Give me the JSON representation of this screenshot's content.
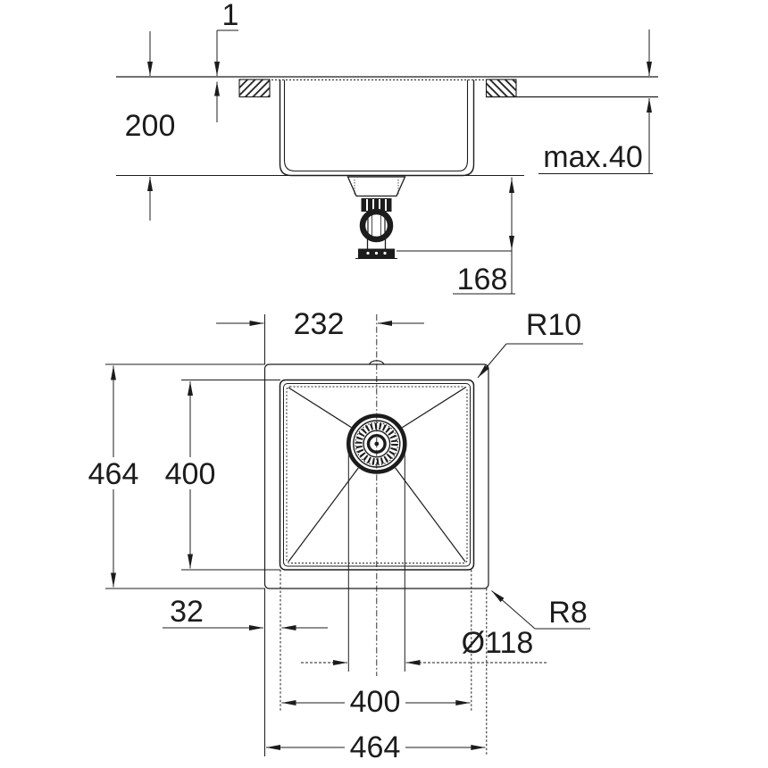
{
  "drawing": {
    "type": "sink-installation-technical-drawing",
    "colors": {
      "line": "#1c1c1c",
      "background": "#ffffff"
    },
    "section_view": {
      "dim_rim_reveal": "1",
      "dim_bowl_depth": "200",
      "dim_counter_thickness": "max.40",
      "dim_drain_clearance": "168"
    },
    "plan_view": {
      "dim_center_from_left": "232",
      "label_inner_corner_radius": "R10",
      "dim_outer_length": "464",
      "dim_inner_length": "400",
      "dim_edge_offset": "32",
      "label_outer_corner_radius": "R8",
      "dim_drain_diameter": "Ø118",
      "dim_inner_width": "400",
      "dim_outer_width": "464"
    }
  }
}
